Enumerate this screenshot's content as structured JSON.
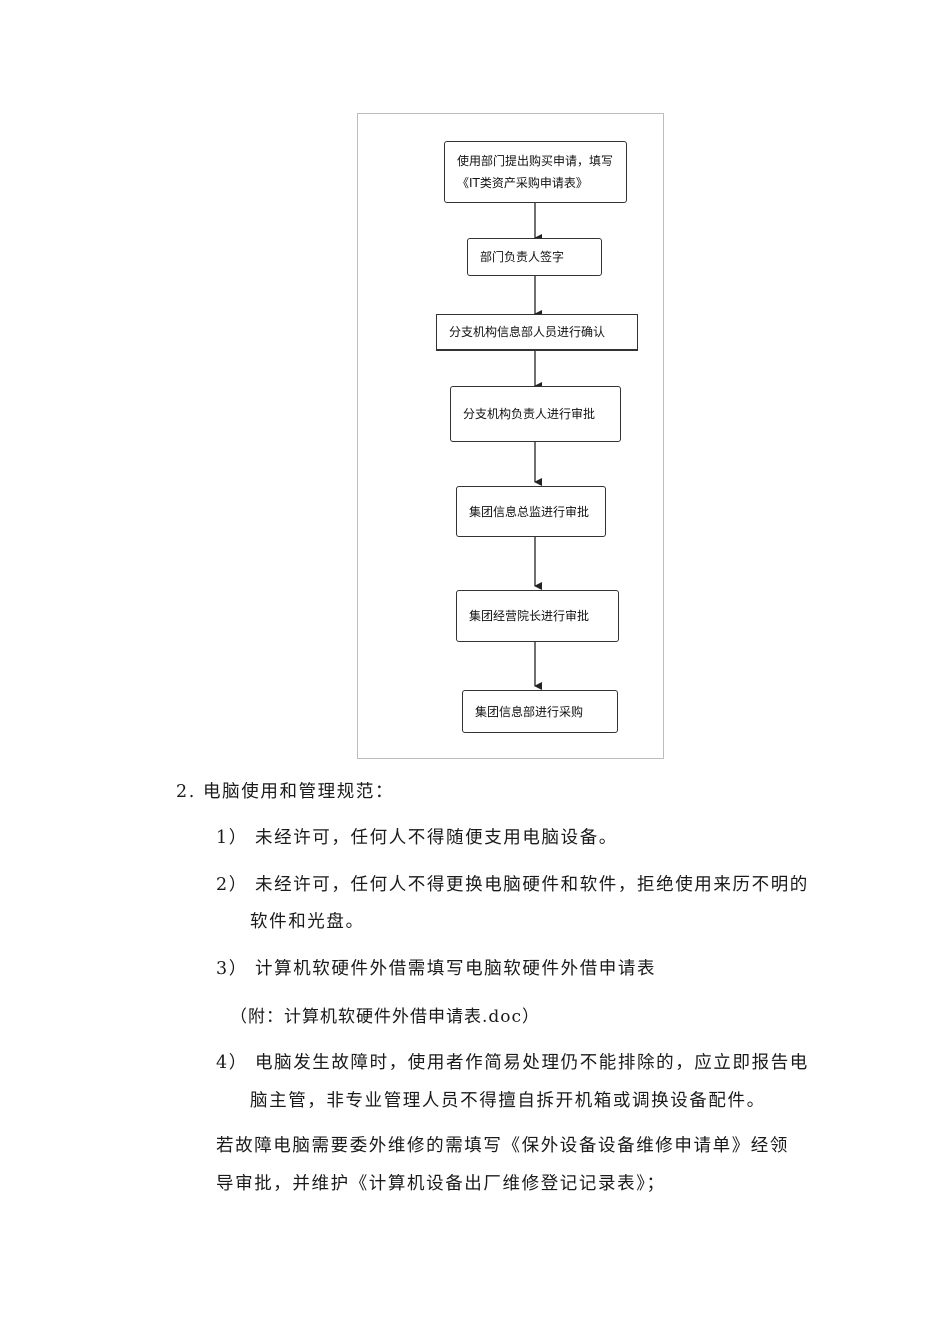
{
  "flowchart": {
    "steps": [
      "使用部门提出购买申请，填写《IT类资产采购申请表》",
      "部门负责人签字",
      "分支机构信息部人员进行确认",
      "分支机构负责人进行审批",
      "集团信息总监进行审批",
      "集团经营院长进行审批",
      "集团信息部进行采购"
    ]
  },
  "section": {
    "heading": "2. 电脑使用和管理规范：",
    "item1": "1） 未经许可，任何人不得随便支用电脑设备。",
    "item2_line1": "2） 未经许可，任何人不得更换电脑硬件和软件，拒绝使用来历不明的",
    "item2_line2": "软件和光盘。",
    "item3": "3） 计算机软硬件外借需填写电脑软硬件外借申请表",
    "item3_note": "（附：计算机软硬件外借申请表.doc）",
    "item4_line1": "4） 电脑发生故障时，使用者作简易处理仍不能排除的，应立即报告电",
    "item4_line2": "脑主管，非专业管理人员不得擅自拆开机箱或调换设备配件。",
    "para_line1": "若故障电脑需要委外维修的需填写《保外设备设备维修申请单》经领",
    "para_line2": "导审批，并维护《计算机设备出厂维修登记记录表》；"
  }
}
